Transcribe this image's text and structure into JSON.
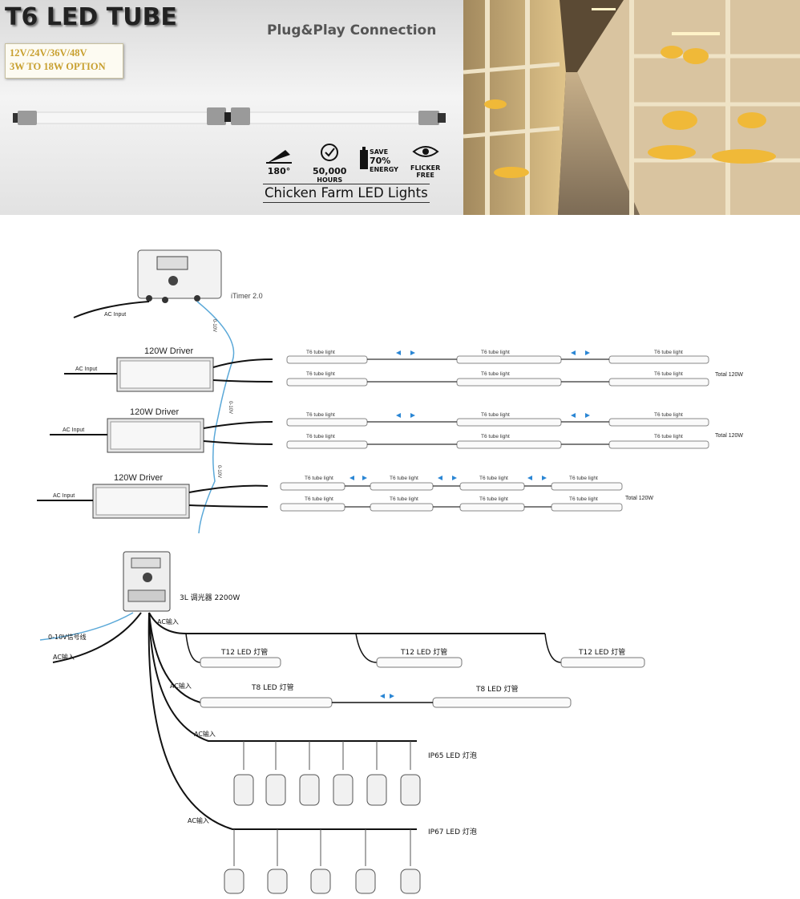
{
  "banner": {
    "title": "T6 LED TUBE",
    "spec_line_1": "12V/24V/36V/48V",
    "spec_line_2": "3W TO 18W OPTION",
    "connection_label": "Plug&Play Connection",
    "features": [
      {
        "icon": "angle-icon",
        "label": "180°"
      },
      {
        "icon": "clock-icon",
        "label_1": "50,000",
        "label_2": "HOURS"
      },
      {
        "icon": "battery-icon",
        "label_1": "SAVE",
        "label_2": "70%",
        "label_3": "ENERGY"
      },
      {
        "icon": "eye-icon",
        "label_1": "FLICKER",
        "label_2": "FREE"
      }
    ],
    "caption": "Chicken Farm LED Lights"
  },
  "diagram1": {
    "timer_label": "iTimer 2.0",
    "ac_input": "AC Input",
    "signal": "0-10V",
    "driver_label": "120W Driver",
    "tube_label": "T6 tube light",
    "total_label": "Total 120W"
  },
  "diagram2": {
    "dimmer_label": "3L 调光器 2200W",
    "signal_label": "0-10V信号线",
    "ac_label": "AC输入",
    "t12_label": "T12 LED 灯管",
    "t8_label": "T8 LED 灯管",
    "ip65_label": "IP65 LED 灯泡",
    "ip67_label": "IP67 LED 灯泡"
  },
  "colors": {
    "spec_gold": "#c8a030",
    "signal_wire": "#5aa8d8",
    "arrow_blue": "#2a86d4"
  }
}
